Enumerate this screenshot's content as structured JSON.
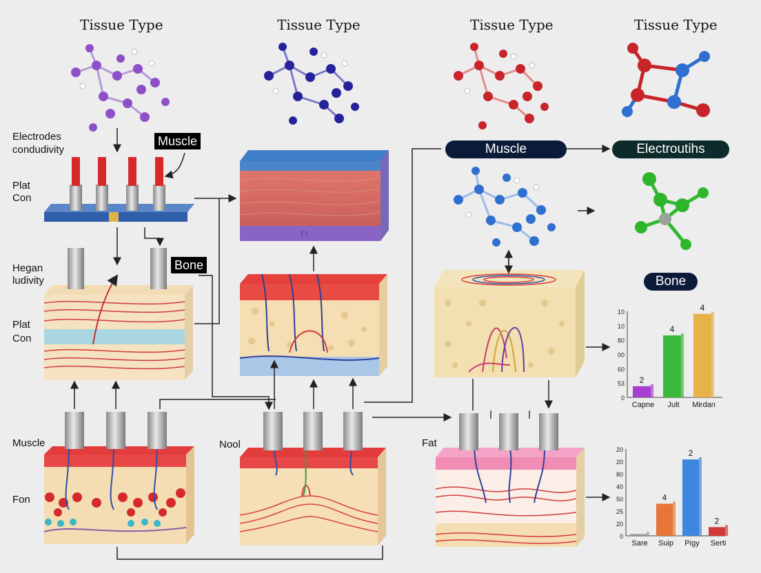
{
  "headers": [
    "Tissue Type",
    "Tissue Type",
    "Tissue Type",
    "Tissue Type"
  ],
  "left_labels": {
    "electrodes": "Electrodes",
    "conductivity": "condudivity",
    "plat1": "Plat",
    "con1": "Con",
    "hegan": "Hegan",
    "ludivity": "ludivity",
    "plat2": "Plat",
    "con2": "Con",
    "muscle": "Muscle",
    "fon": "Fon"
  },
  "tags": {
    "muscle": "Muscle",
    "bone": "Bone"
  },
  "center_labels": {
    "nool": "Nool",
    "fat": "Fat",
    "block_mark": "Ff"
  },
  "pills": {
    "muscle": "Muscle",
    "electro": "Electroutihs",
    "bone": "Bone"
  },
  "colors": {
    "purple": "#8e4fc9",
    "navy": "#26239a",
    "red": "#c8242a",
    "blue": "#2f6fd0",
    "green": "#2fb52c",
    "pill_bg": "#0c1a3a"
  },
  "chart_data": [
    {
      "type": "bar",
      "categories": [
        "Capne",
        "Jult",
        "Mirdan"
      ],
      "values": [
        2,
        4,
        4
      ],
      "axis_ticks": [
        "10",
        "10",
        "80",
        "00",
        "60",
        "53",
        "0"
      ],
      "data_labels": [
        "2",
        "4",
        "4"
      ],
      "colors": [
        "#a63fd0",
        "#3cb83c",
        "#e6b24a"
      ]
    },
    {
      "type": "bar",
      "categories": [
        "Sare",
        "Suip",
        "Pigy",
        "Serti"
      ],
      "values": [
        0,
        4,
        2,
        2
      ],
      "axis_ticks": [
        "20",
        "20",
        "80",
        "40",
        "50",
        "25",
        "20",
        "0"
      ],
      "data_labels": [
        "",
        "4",
        "2",
        "2"
      ],
      "colors": [
        "#999999",
        "#e8763a",
        "#3f86e0",
        "#d33a3a"
      ]
    }
  ]
}
